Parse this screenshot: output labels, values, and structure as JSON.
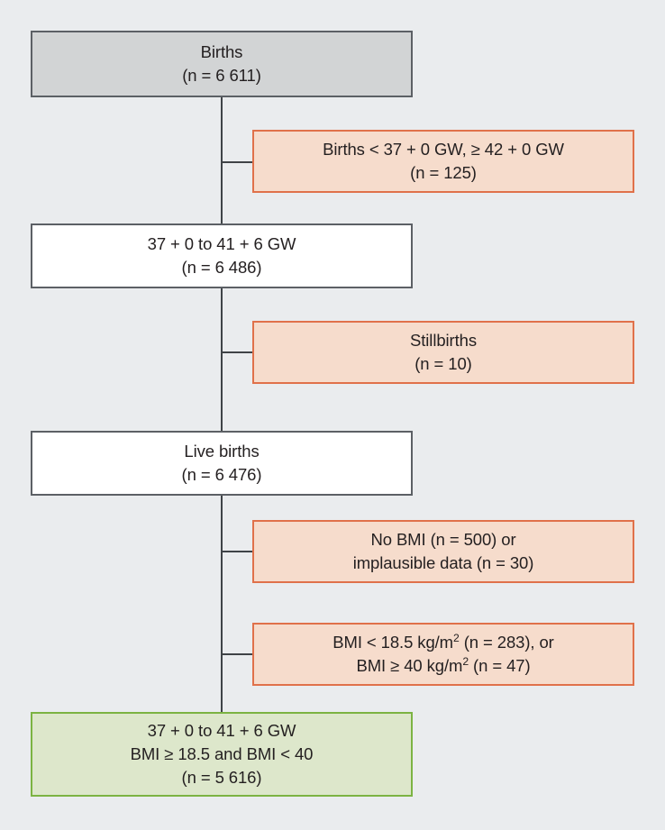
{
  "figure": {
    "type": "flowchart",
    "kind": "study-participant-flow-diagram",
    "background_color": "#eaecee",
    "colors": {
      "start_fill": "#d2d4d5",
      "start_border": "#5c6065",
      "step_fill": "#ffffff",
      "step_border": "#5c6065",
      "exclude_fill": "#f6dccc",
      "exclude_border": "#e0714a",
      "final_fill": "#dde7cb",
      "final_border": "#7cb342",
      "connector": "#3f4347",
      "text": "#231f20"
    }
  },
  "nodes": {
    "births": {
      "role": "start",
      "line1": "Births",
      "line2": "(n = 6 611)",
      "count": 6611
    },
    "gestational_age_excluded": {
      "role": "exclusion",
      "line1": "Births < 37 + 0 GW, ≥ 42 + 0 GW",
      "line2": "(n = 125)",
      "count": 125
    },
    "term_births": {
      "role": "step",
      "line1": "37 + 0 to 41 + 6 GW",
      "line2": "(n = 6 486)",
      "count": 6486
    },
    "stillbirths_excluded": {
      "role": "exclusion",
      "line1": "Stillbirths",
      "line2": "(n = 10)",
      "count": 10
    },
    "live_births": {
      "role": "step",
      "line1": "Live births",
      "line2": "(n = 6 476)",
      "count": 6476
    },
    "bmi_missing_excluded": {
      "role": "exclusion",
      "line1": "No BMI (n = 500) or",
      "line2": "implausible data (n = 30)",
      "count_no_bmi": 500,
      "count_implausible": 30
    },
    "bmi_range_excluded": {
      "role": "exclusion",
      "line1_pre": "BMI < 18.5 kg/m",
      "line1_sup": "2",
      "line1_post": " (n = 283), or",
      "line2_pre": "BMI ≥ 40 kg/m",
      "line2_sup": "2",
      "line2_post": " (n = 47)",
      "count_low_bmi": 283,
      "count_high_bmi": 47
    },
    "analysis_cohort": {
      "role": "final",
      "line1": "37 + 0 to 41 + 6 GW",
      "line2": "BMI ≥ 18.5 and BMI < 40",
      "line3": "(n = 5 616)",
      "count": 5616
    }
  }
}
